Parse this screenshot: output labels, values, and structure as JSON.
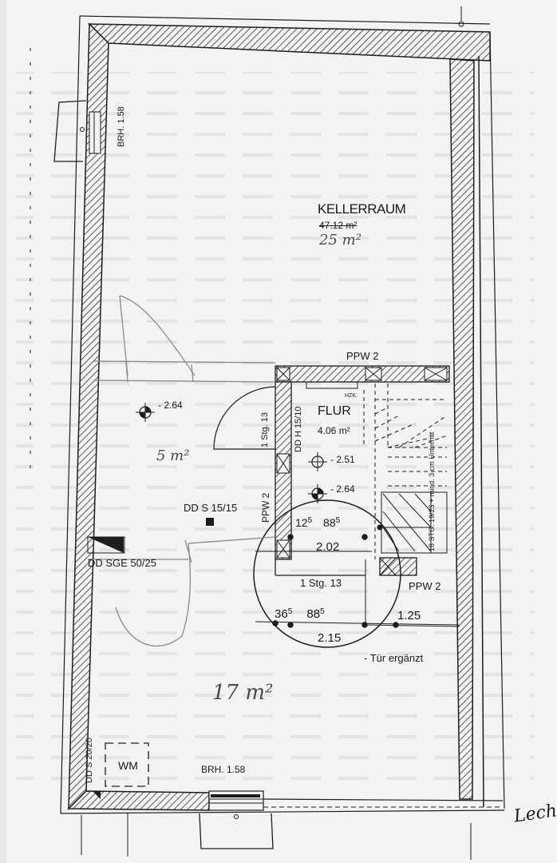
{
  "plan": {
    "room_main": {
      "name": "KELLERRAUM",
      "area_printed": "47.12 m²",
      "area_handwritten": "25 m²"
    },
    "room_flur": {
      "name": "FLUR",
      "area": "4.06 m²"
    },
    "hzk": "HZK.",
    "dd_h": "DD H 15/10",
    "ppw_top": "PPW 2",
    "ppw_left": "PPW 2",
    "ppw_right": "PPW 2",
    "stg_vertical": "1 Stg. 13",
    "stg_horizontal": "1 Stg. 13",
    "level_main": "- 2.64",
    "level_flur_1": "- 2.51",
    "level_flur_2": "- 2.64",
    "dd_s": "DD S 15/15",
    "dd_sge": "DD SGE 50/25",
    "dd_s_corner": "DD S 20/20",
    "brh_top": "BRH. 1.58",
    "brh_bottom": "BRH. 1.58",
    "dim_opening_1": {
      "a": "12",
      "a_sup": "5",
      "b": "88",
      "b_sup": "5",
      "total": "2.02"
    },
    "dim_opening_2": {
      "a": "36",
      "a_sup": "5",
      "b": "88",
      "b_sup": "5",
      "total": "2.15"
    },
    "dim_125": "1.25",
    "tuer_note": "- Tür ergänzt",
    "stair_note": "18 STG. 19/23 + mind. 3 cm Unterhitt",
    "wm": "WM",
    "hand_5m2": "5 m²",
    "hand_17m2": "17 m²",
    "signature": "Lech"
  },
  "colors": {
    "paper": "#f4f3ef",
    "ink": "#1d1d1d",
    "pencil": "#8a8a8a",
    "hatch": "#3a3a3a"
  }
}
